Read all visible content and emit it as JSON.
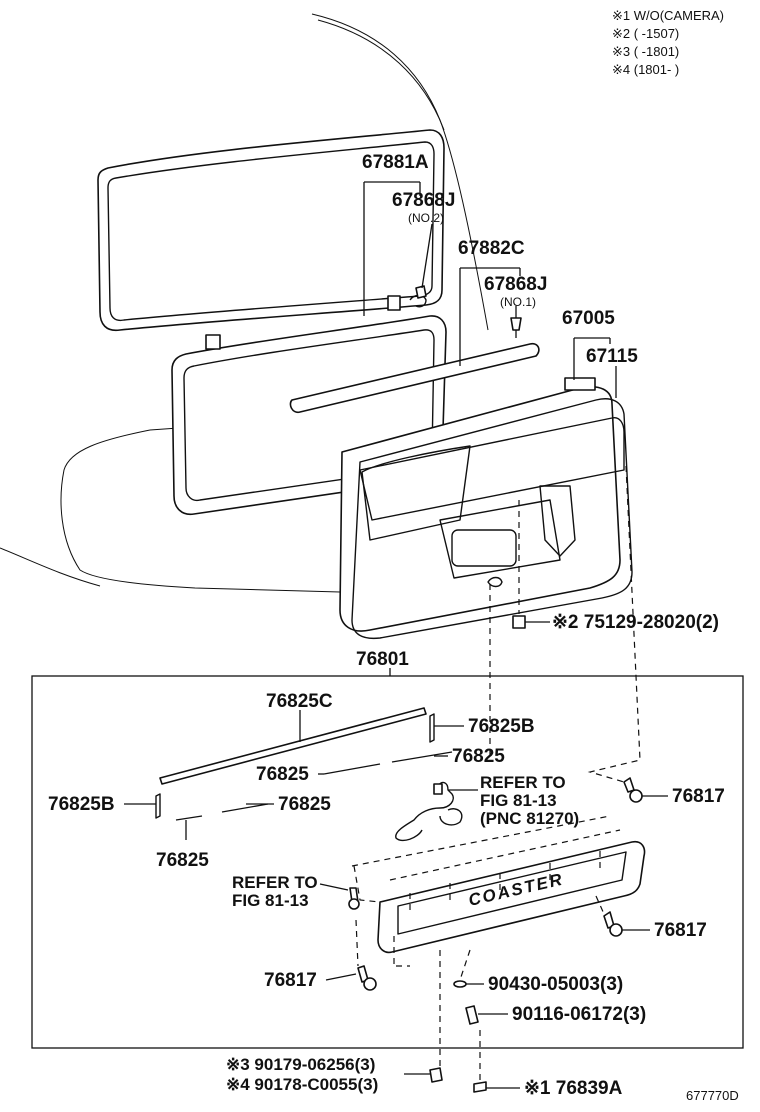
{
  "notes": [
    "※1 W/O(CAMERA)",
    "※2 (      -1507)",
    "※3 (      -1801)",
    "※4 (1801-      )"
  ],
  "labels": {
    "p67881A": "67881A",
    "p67868J_top": "67868J",
    "no2": "(NO.2)",
    "p67882C": "67882C",
    "p67868J_mid": "67868J",
    "no1": "(NO.1)",
    "p67005": "67005",
    "p67115": "67115",
    "p75129": "※2 75129-28020(2)",
    "p76801": "76801",
    "p76825C": "76825C",
    "p76825B_r": "76825B",
    "p76825_a": "76825",
    "p76825_b": "76825",
    "p76825B_l": "76825B",
    "p76825_c": "76825",
    "p76825_d": "76825",
    "refer1_l1": "REFER TO",
    "refer1_l2": "FIG 81-13",
    "refer1_l3": "(PNC 81270)",
    "p76817_a": "76817",
    "refer2_l1": "REFER TO",
    "refer2_l2": "FIG 81-13",
    "p76817_b": "76817",
    "p76817_c": "76817",
    "p90430": "90430-05003(3)",
    "p90116": "90116-06172(3)",
    "p90179": "※3 90179-06256(3)",
    "p90178": "※4 90178-C0055(3)",
    "p76839A": "※1 76839A",
    "coaster": "COASTER",
    "figure_id": "677770D"
  }
}
